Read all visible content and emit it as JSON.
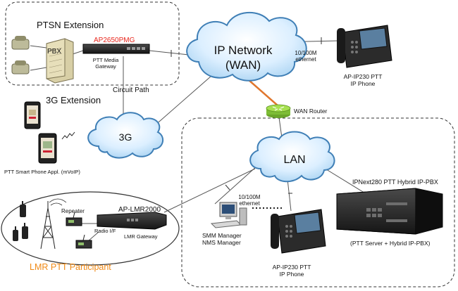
{
  "labels": {
    "ptsn_extension": "PTSN  Extension",
    "ap2650pmg": "AP2650PMG",
    "ptt_media_gateway_1": "PTT Media",
    "ptt_media_gateway_2": "Gateway",
    "pbx": "PBX",
    "circuit_path": "Circuit Path",
    "ip_network_1": "IP Network",
    "ip_network_2": "(WAN)",
    "ethernet_top_1": "10/100M",
    "ethernet_top_2": "ethernet",
    "ip_phone_top_1": "AP-IP230 PTT",
    "ip_phone_top_2": "IP Phone",
    "extension_3g": "3G  Extension",
    "cloud_3g": "3G",
    "smart_phone_appl": "PTT Smart Phone Appl. (mVoIP)",
    "wan_router": "WAN Router",
    "lan": "LAN",
    "ipnext280": "IPNext280 PTT Hybrid IP-PBX",
    "ptt_server_hybrid": "(PTT Server  + Hybrid IP-PBX)",
    "ethernet_lan_1": "10/100M",
    "ethernet_lan_2": "ethernet",
    "smm_manager": "SMM Manager",
    "nms_manager": "NMS Manager",
    "ip_phone_lan_1": "AP-IP230 PTT",
    "ip_phone_lan_2": "IP Phone",
    "repeater": "Repeater",
    "ap_lmr2000": "AP-LMR2000",
    "radio_if": "Radio I/F",
    "lmr_gateway": "LMR Gateway",
    "lmr_ptt_participant": "LMR PTT Participant"
  },
  "colors": {
    "cloud_fill": "#d6ecfb",
    "cloud_stroke": "#3f7fb6",
    "accent_red": "#e8261c",
    "participant_orange": "#f08a16",
    "router_green": "#8fcf3a",
    "wan_link": "#e0762d"
  }
}
